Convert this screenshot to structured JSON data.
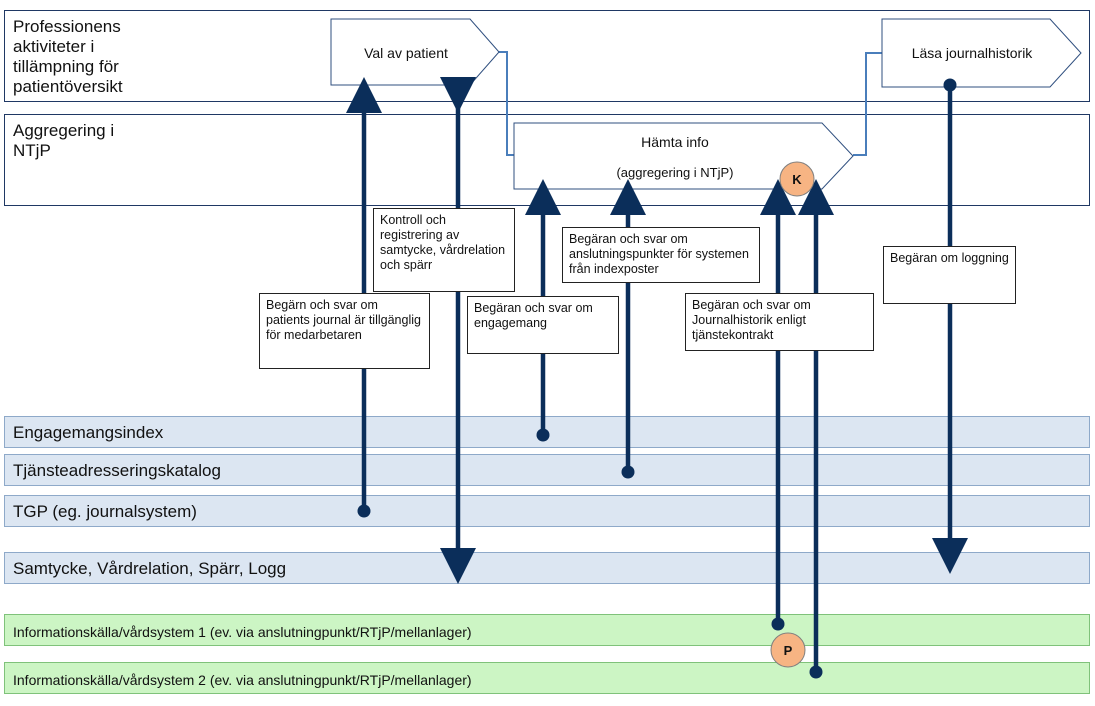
{
  "lanes": {
    "professionen": "Professionens aktiviteter i tillämpning för patientöversikt",
    "aggregering": "Aggregering i NTjP",
    "engagemangsindex": "Engagemangsindex",
    "tjansteadressering": "Tjänsteadresseringskatalog",
    "tgp": "TGP (eg. journalsystem)",
    "samtycke": "Samtycke, Vårdrelation, Spärr, Logg",
    "informationskalla1": "Informationskälla/vårdsystem 1 (ev. via anslutningpunkt/RTjP/mellanlager)",
    "informationskalla2": "Informationskälla/vårdsystem 2 (ev. via anslutningpunkt/RTjP/mellanlager)"
  },
  "process": {
    "val_av_patient": "Val av patient",
    "hamta_info_title": "Hämta info",
    "hamta_info_sub": "(aggregering i NTjP)",
    "lasa_journalhistorik": "Läsa journalhistorik"
  },
  "notes": {
    "kontroll": "Kontroll och registrering av samtycke, vårdrelation och spärr",
    "begarn_journal": "Begärn och svar om patients journal är tillgänglig för medarbetaren",
    "engagemang": "Begäran och svar om engagemang",
    "anslutningspunkter": "Begäran och svar om anslutningspunkter för systemen från indexposter",
    "journalhistorik": "Begäran och svar om Journalhistorik enligt tjänstekontrakt",
    "loggning": "Begäran om loggning"
  },
  "markers": {
    "k": "K",
    "p": "P"
  },
  "colors": {
    "arrow": "#0b2e5a",
    "connector": "#4a7ebb",
    "marker_fill": "#f7b483",
    "lane_blue": "#dce6f2",
    "lane_green": "#ccf5c4"
  }
}
